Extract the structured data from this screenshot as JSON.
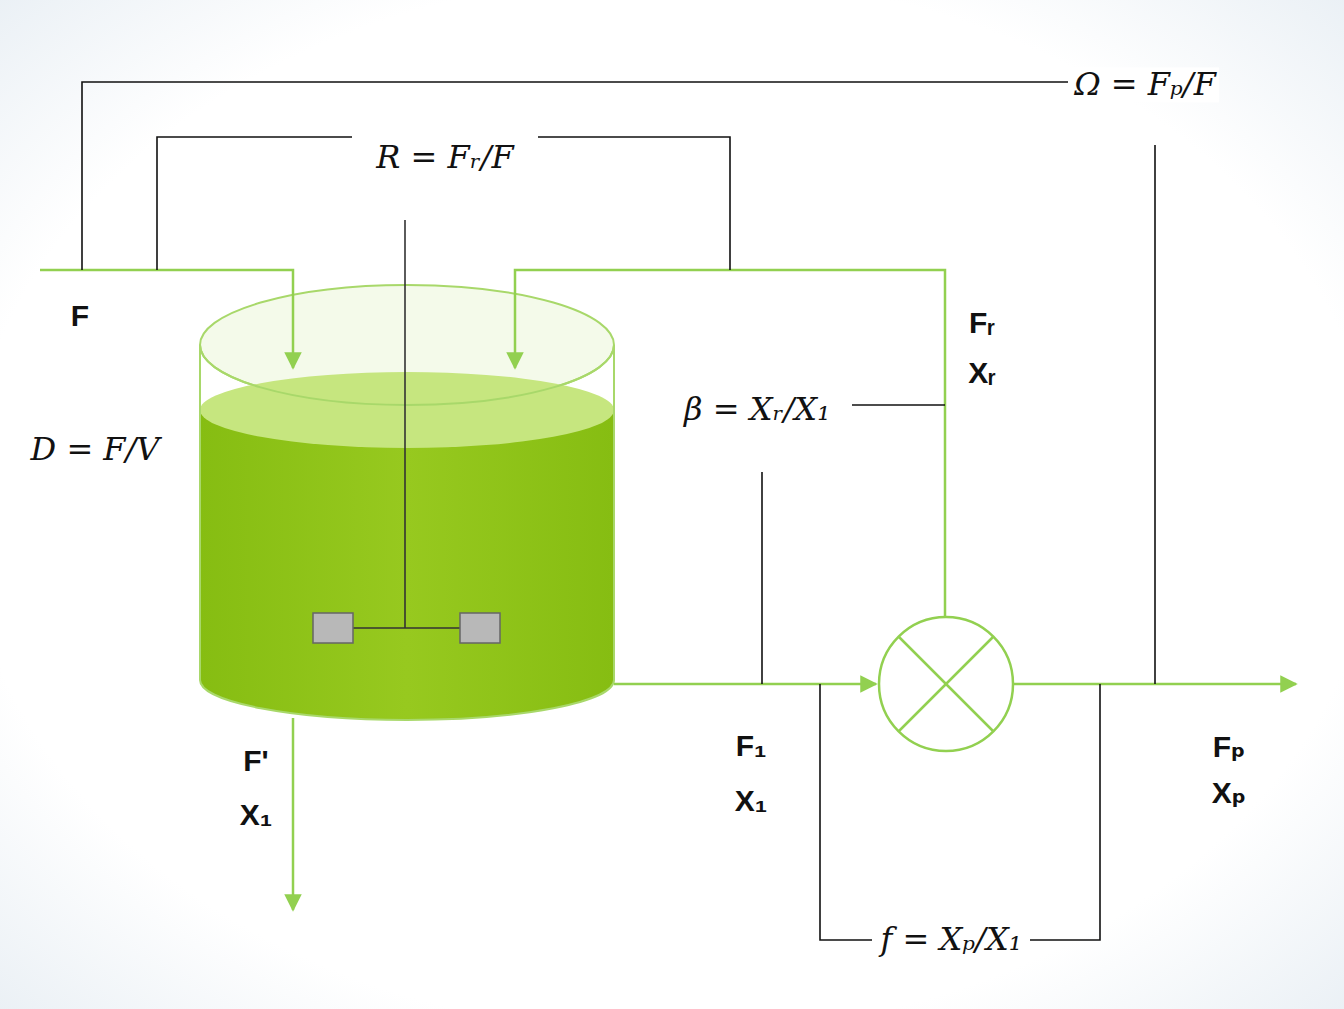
{
  "diagram": {
    "labels": [
      "Ω = Fₚ/F",
      "R = Fᵣ/F",
      "F",
      "D = F/V",
      "Fᵣ",
      "Xᵣ",
      "β = Xᵣ/X₁",
      "F'",
      "X₁",
      "F₁",
      "X₁",
      "Fₚ",
      "Xₚ",
      "f = Xₚ/X₁"
    ]
  }
}
